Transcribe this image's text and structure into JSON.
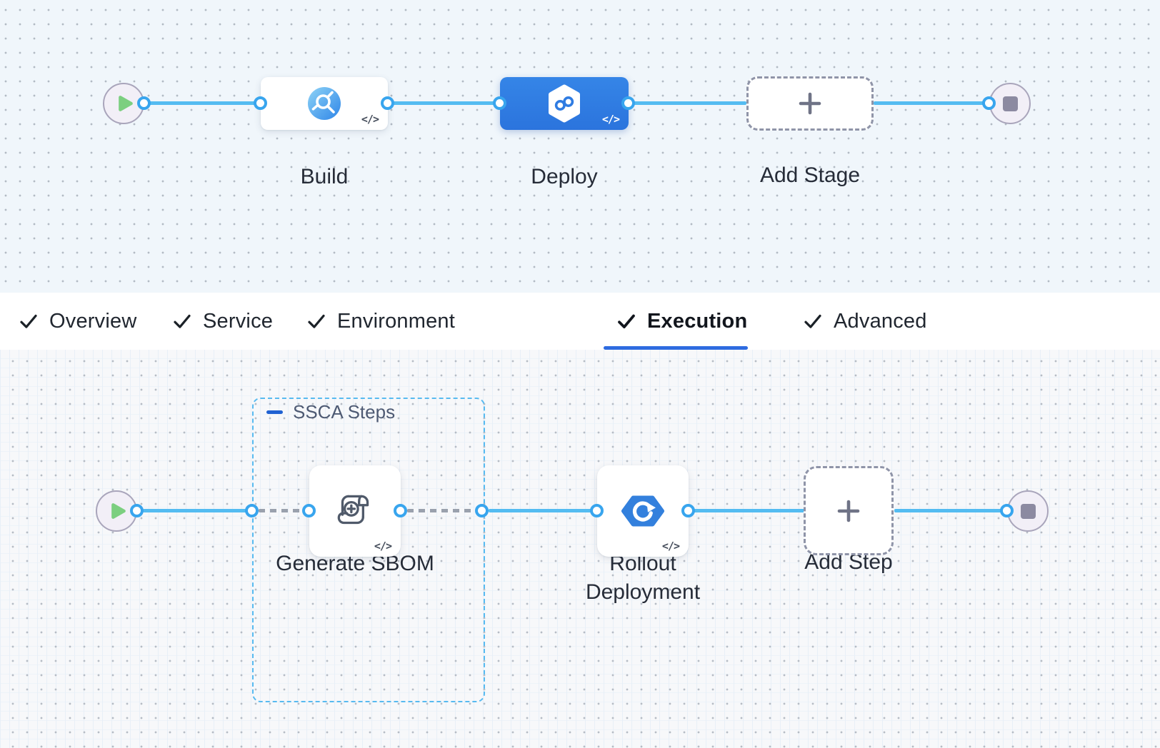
{
  "stage_builder": {
    "stages": [
      {
        "label": "Build",
        "icon": "ci-build-icon",
        "code_badge": "</>"
      },
      {
        "label": "Deploy",
        "icon": "cd-deploy-icon",
        "code_badge": "</>"
      }
    ],
    "add_stage": {
      "label": "Add Stage"
    }
  },
  "tabs": {
    "items": [
      {
        "label": "Overview",
        "checked": true
      },
      {
        "label": "Service",
        "checked": true
      },
      {
        "label": "Environment",
        "checked": true
      },
      {
        "label": "Execution",
        "checked": true,
        "active": true
      },
      {
        "label": "Advanced",
        "checked": true
      }
    ]
  },
  "execution_tab": {
    "step_group": {
      "label": "SSCA Steps"
    },
    "steps": [
      {
        "label": "Generate SBOM",
        "icon": "sbom-scroll-icon",
        "code_badge": "</>"
      },
      {
        "label": "Rollout Deployment",
        "icon": "rollout-icon",
        "code_badge": "</>"
      }
    ],
    "add_step": {
      "label": "Add Step"
    }
  },
  "colors": {
    "edge_blue": "#54bcf1",
    "port_ring": "#38a5ee",
    "deploy_blue": "#2f7ce2",
    "group_border": "#57baf0",
    "active_tab_underline": "#2e6be0",
    "canvas_top_bg": "#f0f6fb",
    "canvas_bottom_bg": "#f7f8fa"
  }
}
